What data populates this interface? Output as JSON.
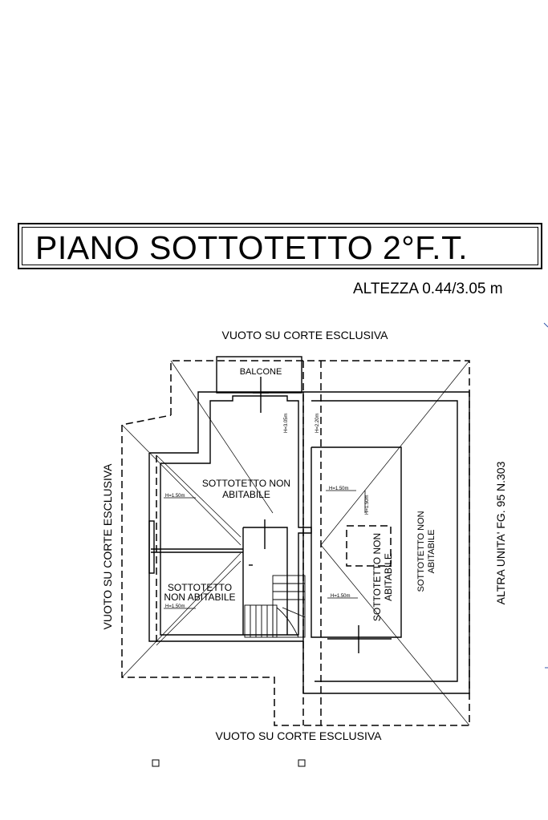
{
  "header": {
    "title": "PIANO SOTTOTETTO 2°F.T.",
    "height_label": "ALTEZZA 0.44/3.05 m"
  },
  "plan": {
    "labels": {
      "top": "VUOTO SU CORTE ESCLUSIVA",
      "bottom": "VUOTO SU CORTE ESCLUSIVA",
      "left": "VUOTO SU CORTE ESCLUSIVA",
      "right": "ALTRA UNITA' FG. 95 N.303",
      "balcony": "BALCONE"
    },
    "rooms": {
      "left_upper": [
        "SOTTOTETTO NON",
        "ABITABILE"
      ],
      "left_lower": [
        "SOTTOTETTO",
        "NON ABITABILE"
      ],
      "center_vertical": [
        "SOTTOTETTO NON",
        "ABITABILE"
      ],
      "right_vertical": [
        "SOTTOTETTO NON",
        "ABITABILE"
      ]
    },
    "height_marks": {
      "h150": "H=1.50m",
      "h305": "H=3.05m",
      "h220": "H=2.20m"
    }
  }
}
